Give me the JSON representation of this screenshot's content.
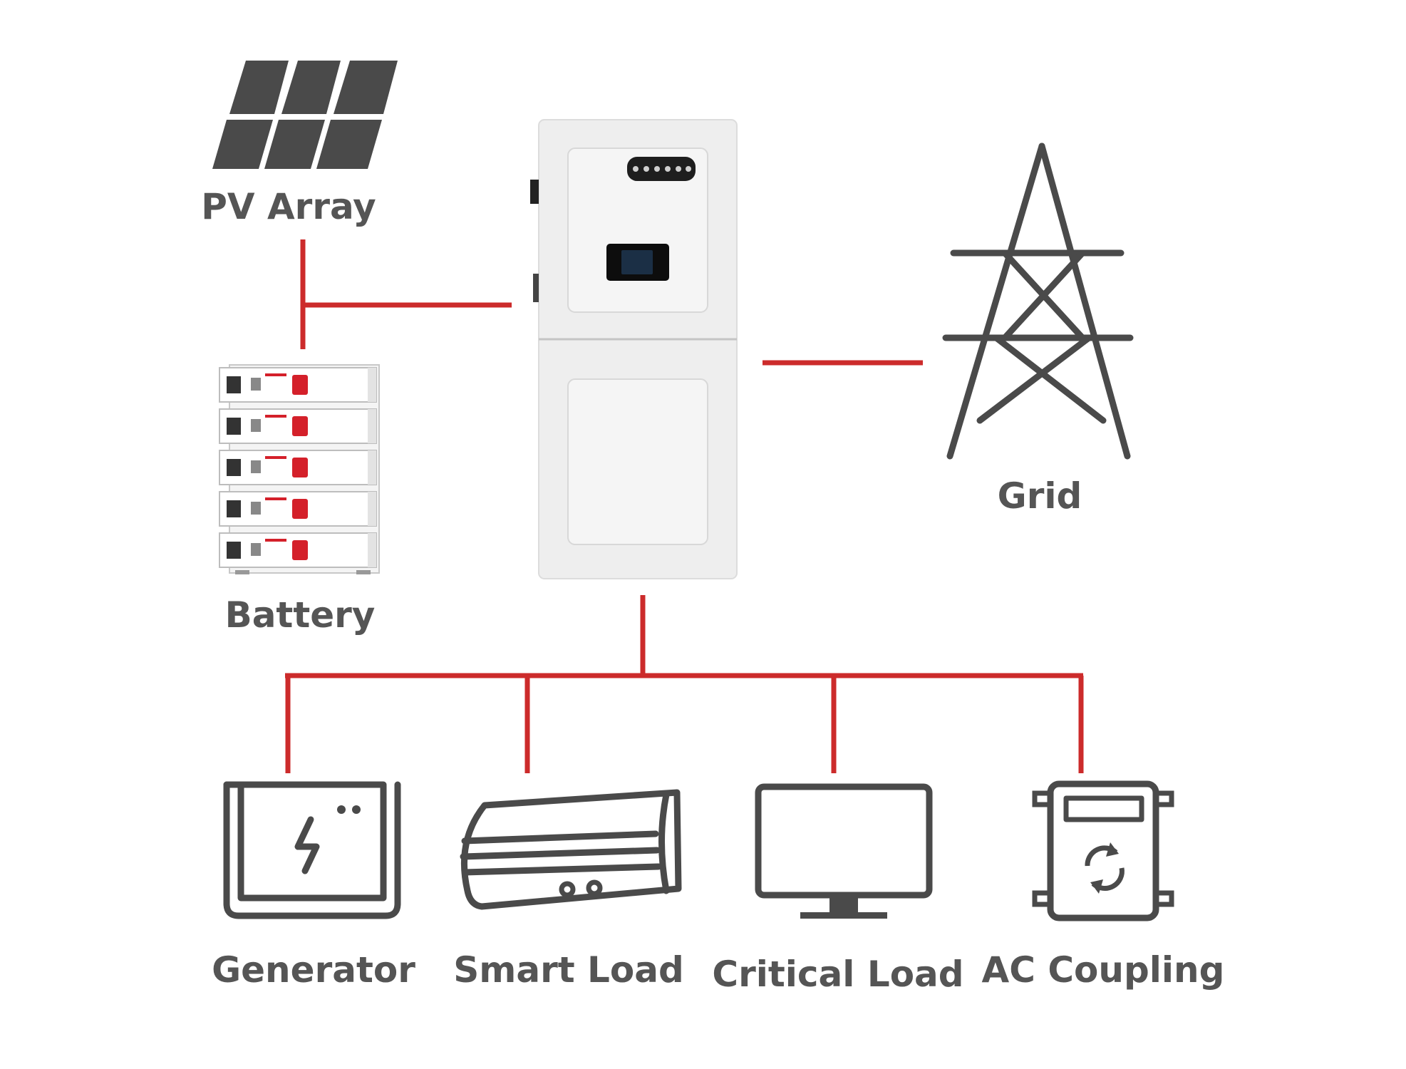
{
  "labels": {
    "pv_array": "PV Array",
    "battery": "Battery",
    "grid": "Grid",
    "generator": "Generator",
    "smart_load": "Smart Load",
    "critical_load": "Critical Load",
    "ac_coupling": "AC Coupling"
  },
  "icons": {
    "pv_array": "solar-panel-icon",
    "battery": "battery-rack-icon",
    "inverter": "hybrid-inverter-icon",
    "grid": "transmission-tower-icon",
    "generator": "generator-icon",
    "smart_load": "air-conditioner-icon",
    "critical_load": "monitor-icon",
    "ac_coupling": "ac-coupling-meter-icon"
  },
  "colors": {
    "wire": "#cc2b2b",
    "icon": "#4a4a4a",
    "label": "#555555",
    "inverter_body": "#eeeeee",
    "battery_terminal": "#d4202a"
  }
}
